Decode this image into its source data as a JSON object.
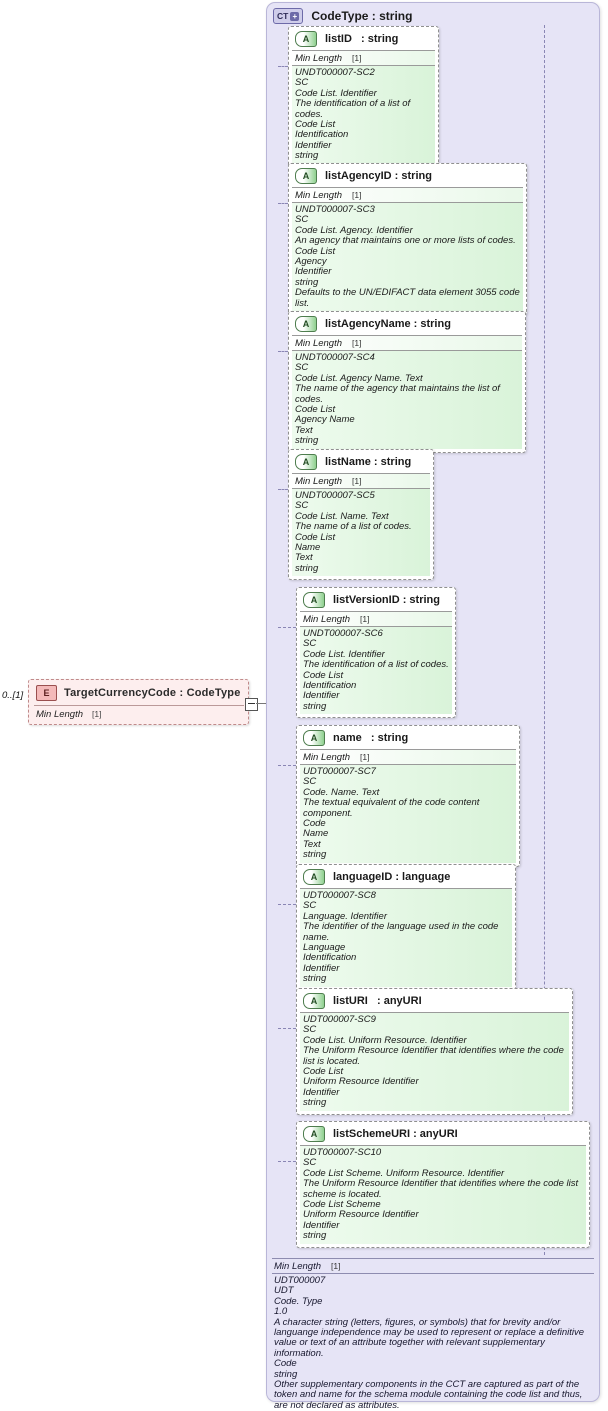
{
  "diagram": {
    "kind": "xsd-schema-diagram",
    "occurrence_label": "0..[1]",
    "element": {
      "badge": "E",
      "title": "TargetCurrencyCode : CodeType",
      "facet_label": "Min Length",
      "facet_value": "[1]"
    },
    "complex_type": {
      "badge": "CT",
      "badge_plus": "+",
      "title": "CodeType : string",
      "facet_label": "Min Length",
      "facet_value": "[1]",
      "doc": [
        "UDT000007",
        "UDT",
        "Code. Type",
        "1.0",
        "A character string (letters, figures, or symbols) that for brevity and/or languange independence may be used to represent or replace a definitive value or text of an attribute together with relevant supplementary information.",
        "Code",
        "string",
        "Other supplementary components in the CCT are captured as part of the token and name for the schema module containing the code list and thus, are not declared as attributes."
      ]
    },
    "attributes": [
      {
        "badge": "A",
        "name": "listID",
        "type": ": string",
        "facet_label": "Min Length",
        "facet_value": "[1]",
        "doc": [
          "UNDT000007-SC2",
          "SC",
          "Code List. Identifier",
          "The identification of a list of codes.",
          "Code List",
          "Identification",
          "Identifier",
          "string"
        ]
      },
      {
        "badge": "A",
        "name": "listAgencyID : string",
        "type": "",
        "facet_label": "Min Length",
        "facet_value": "[1]",
        "doc": [
          "UNDT000007-SC3",
          "SC",
          "Code List. Agency. Identifier",
          "An agency that maintains one or more lists of codes.",
          "Code List",
          "Agency",
          "Identifier",
          "string",
          "Defaults to the UN/EDIFACT data element 3055 code list."
        ]
      },
      {
        "badge": "A",
        "name": "listAgencyName : string",
        "type": "",
        "facet_label": "Min Length",
        "facet_value": "[1]",
        "doc": [
          "UNDT000007-SC4",
          "SC",
          "Code List. Agency Name. Text",
          "The name of the agency that maintains the list of codes.",
          "Code List",
          "Agency Name",
          "Text",
          "string"
        ]
      },
      {
        "badge": "A",
        "name": "listName : string",
        "type": "",
        "facet_label": "Min Length",
        "facet_value": "[1]",
        "doc": [
          "UNDT000007-SC5",
          "SC",
          "Code List. Name. Text",
          "The name of a list of codes.",
          "Code List",
          "Name",
          "Text",
          "string"
        ]
      },
      {
        "badge": "A",
        "name": "listVersionID : string",
        "type": "",
        "facet_label": "Min Length",
        "facet_value": "[1]",
        "doc": [
          "UNDT000007-SC6",
          "SC",
          "Code List. Identifier",
          "The identification of a list of codes.",
          "Code List",
          "Identification",
          "Identifier",
          "string"
        ]
      },
      {
        "badge": "A",
        "name": "name",
        "type": ": string",
        "facet_label": "Min Length",
        "facet_value": "[1]",
        "doc": [
          "UDT000007-SC7",
          "SC",
          "Code. Name. Text",
          "The textual equivalent of the code content component.",
          "Code",
          "Name",
          "Text",
          "string"
        ]
      },
      {
        "badge": "A",
        "name": "languageID : language",
        "type": "",
        "facet_label": "",
        "facet_value": "",
        "doc": [
          "UDT000007-SC8",
          "SC",
          "Language. Identifier",
          "The identifier of the language used in the code name.",
          "Language",
          "Identification",
          "Identifier",
          "string"
        ]
      },
      {
        "badge": "A",
        "name": "listURI",
        "type": ": anyURI",
        "facet_label": "",
        "facet_value": "",
        "doc": [
          "UDT000007-SC9",
          "SC",
          "Code List. Uniform Resource. Identifier",
          "The Uniform Resource Identifier that identifies where the code list is located.",
          "Code List",
          "Uniform Resource Identifier",
          "Identifier",
          "string"
        ]
      },
      {
        "badge": "A",
        "name": "listSchemeURI : anyURI",
        "type": "",
        "facet_label": "",
        "facet_value": "",
        "doc": [
          "UDT000007-SC10",
          "SC",
          "Code List Scheme. Uniform Resource. Identifier",
          "The Uniform Resource Identifier that identifies where the code list scheme is located.",
          "Code List Scheme",
          "Uniform Resource Identifier",
          "Identifier",
          "string"
        ]
      }
    ]
  },
  "colors": {
    "container_bg": "#e6e4f6",
    "element_bg": "#fdeeee",
    "attribute_doc_bg": "#e4f6e4",
    "attribute_badge_green": "#8fd08f"
  }
}
